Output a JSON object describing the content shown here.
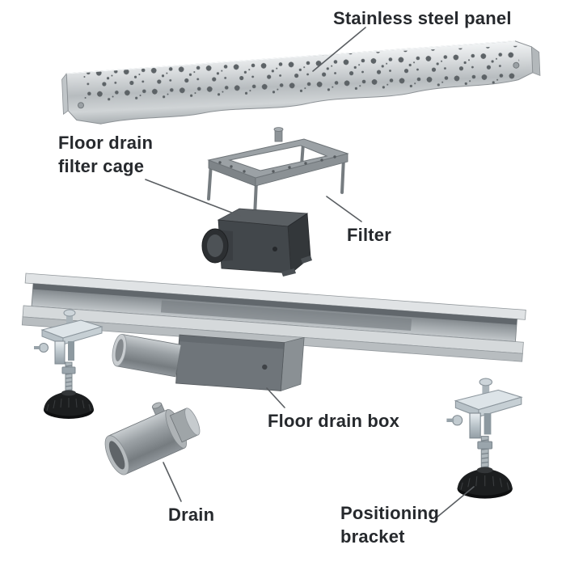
{
  "parts": {
    "panel": {
      "label": "Stainless steel panel"
    },
    "filter_cage": {
      "line1": "Floor drain",
      "line2": "filter cage"
    },
    "filter": {
      "label": "Filter"
    },
    "drain_box": {
      "label": "Floor drain box"
    },
    "drain": {
      "label": "Drain"
    },
    "bracket": {
      "line1": "Positioning",
      "line2": "bracket"
    }
  },
  "colors": {
    "label_text": "#26292d",
    "leader_line": "#5a5e62",
    "stainless_steel": "#c9ced1",
    "dark_component": "#3c4044",
    "foot_black": "#131516",
    "chrome_bracket": "#c3cdd3"
  }
}
